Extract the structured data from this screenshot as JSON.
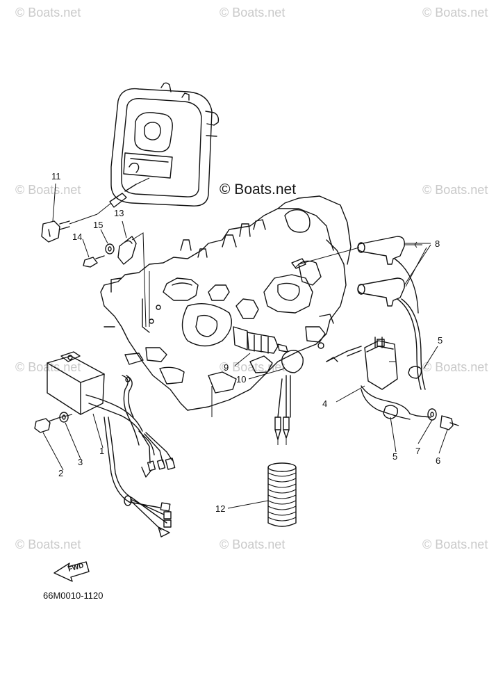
{
  "watermarks": {
    "corner": "© Boats.net",
    "main": "© Boats.net"
  },
  "callouts": {
    "c1": "1",
    "c2": "2",
    "c3": "3",
    "c4": "4",
    "c5a": "5",
    "c5b": "5",
    "c6": "6",
    "c7": "7",
    "c8": "8",
    "c9": "9",
    "c10": "10",
    "c11": "11",
    "c12": "12",
    "c13": "13",
    "c14": "14",
    "c15": "15"
  },
  "fwd_label": "FWD",
  "diagram_code": "66M0010-1120"
}
